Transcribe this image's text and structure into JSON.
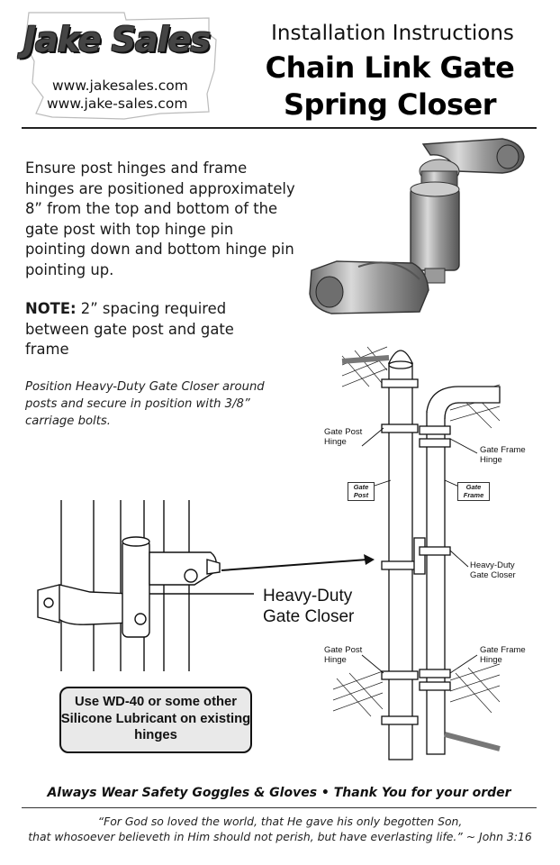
{
  "header": {
    "brand": "Jake Sales",
    "url_primary": "www.jakesales.com",
    "url_secondary": "www.jake-sales.com",
    "kicker": "Installation Instructions",
    "title_line1": "Chain Link Gate",
    "title_line2": "Spring Closer"
  },
  "instructions": {
    "step1": "Ensure post hinges and frame hinges are positioned approximately 8” from the top and bottom of the gate post with top hinge pin pointing down and bottom hinge pin pointing up.",
    "note_label": "NOTE:",
    "note_text": " 2” spacing required between gate post and gate frame",
    "position": "Position Heavy-Duty Gate Closer around posts and secure in position with 3/8” carriage bolts."
  },
  "diagram_labels": {
    "gate_post_hinge_top": "Gate Post Hinge",
    "gate_frame_hinge_top": "Gate Frame Hinge",
    "gate_post_tag": "Gate Post",
    "gate_frame_tag": "Gate Frame",
    "heavy_duty_closer": "Heavy-Duty Gate Closer",
    "gate_post_hinge_bottom": "Gate Post Hinge",
    "gate_frame_hinge_bottom": "Gate Frame Hinge",
    "closer_large_line1": "Heavy-Duty",
    "closer_large_line2": "Gate Closer"
  },
  "lube_box": {
    "text": "Use WD-40 or some other Silicone Lubricant on existing hinges"
  },
  "footer": {
    "safety": "Always Wear Safety Goggles & Gloves  •  Thank You for your order",
    "verse_line1": "“For God so loved the world, that He gave his only begotten Son,",
    "verse_line2": "that whosoever believeth in Him should not perish, but have everlasting life.” ~ John 3:16"
  }
}
